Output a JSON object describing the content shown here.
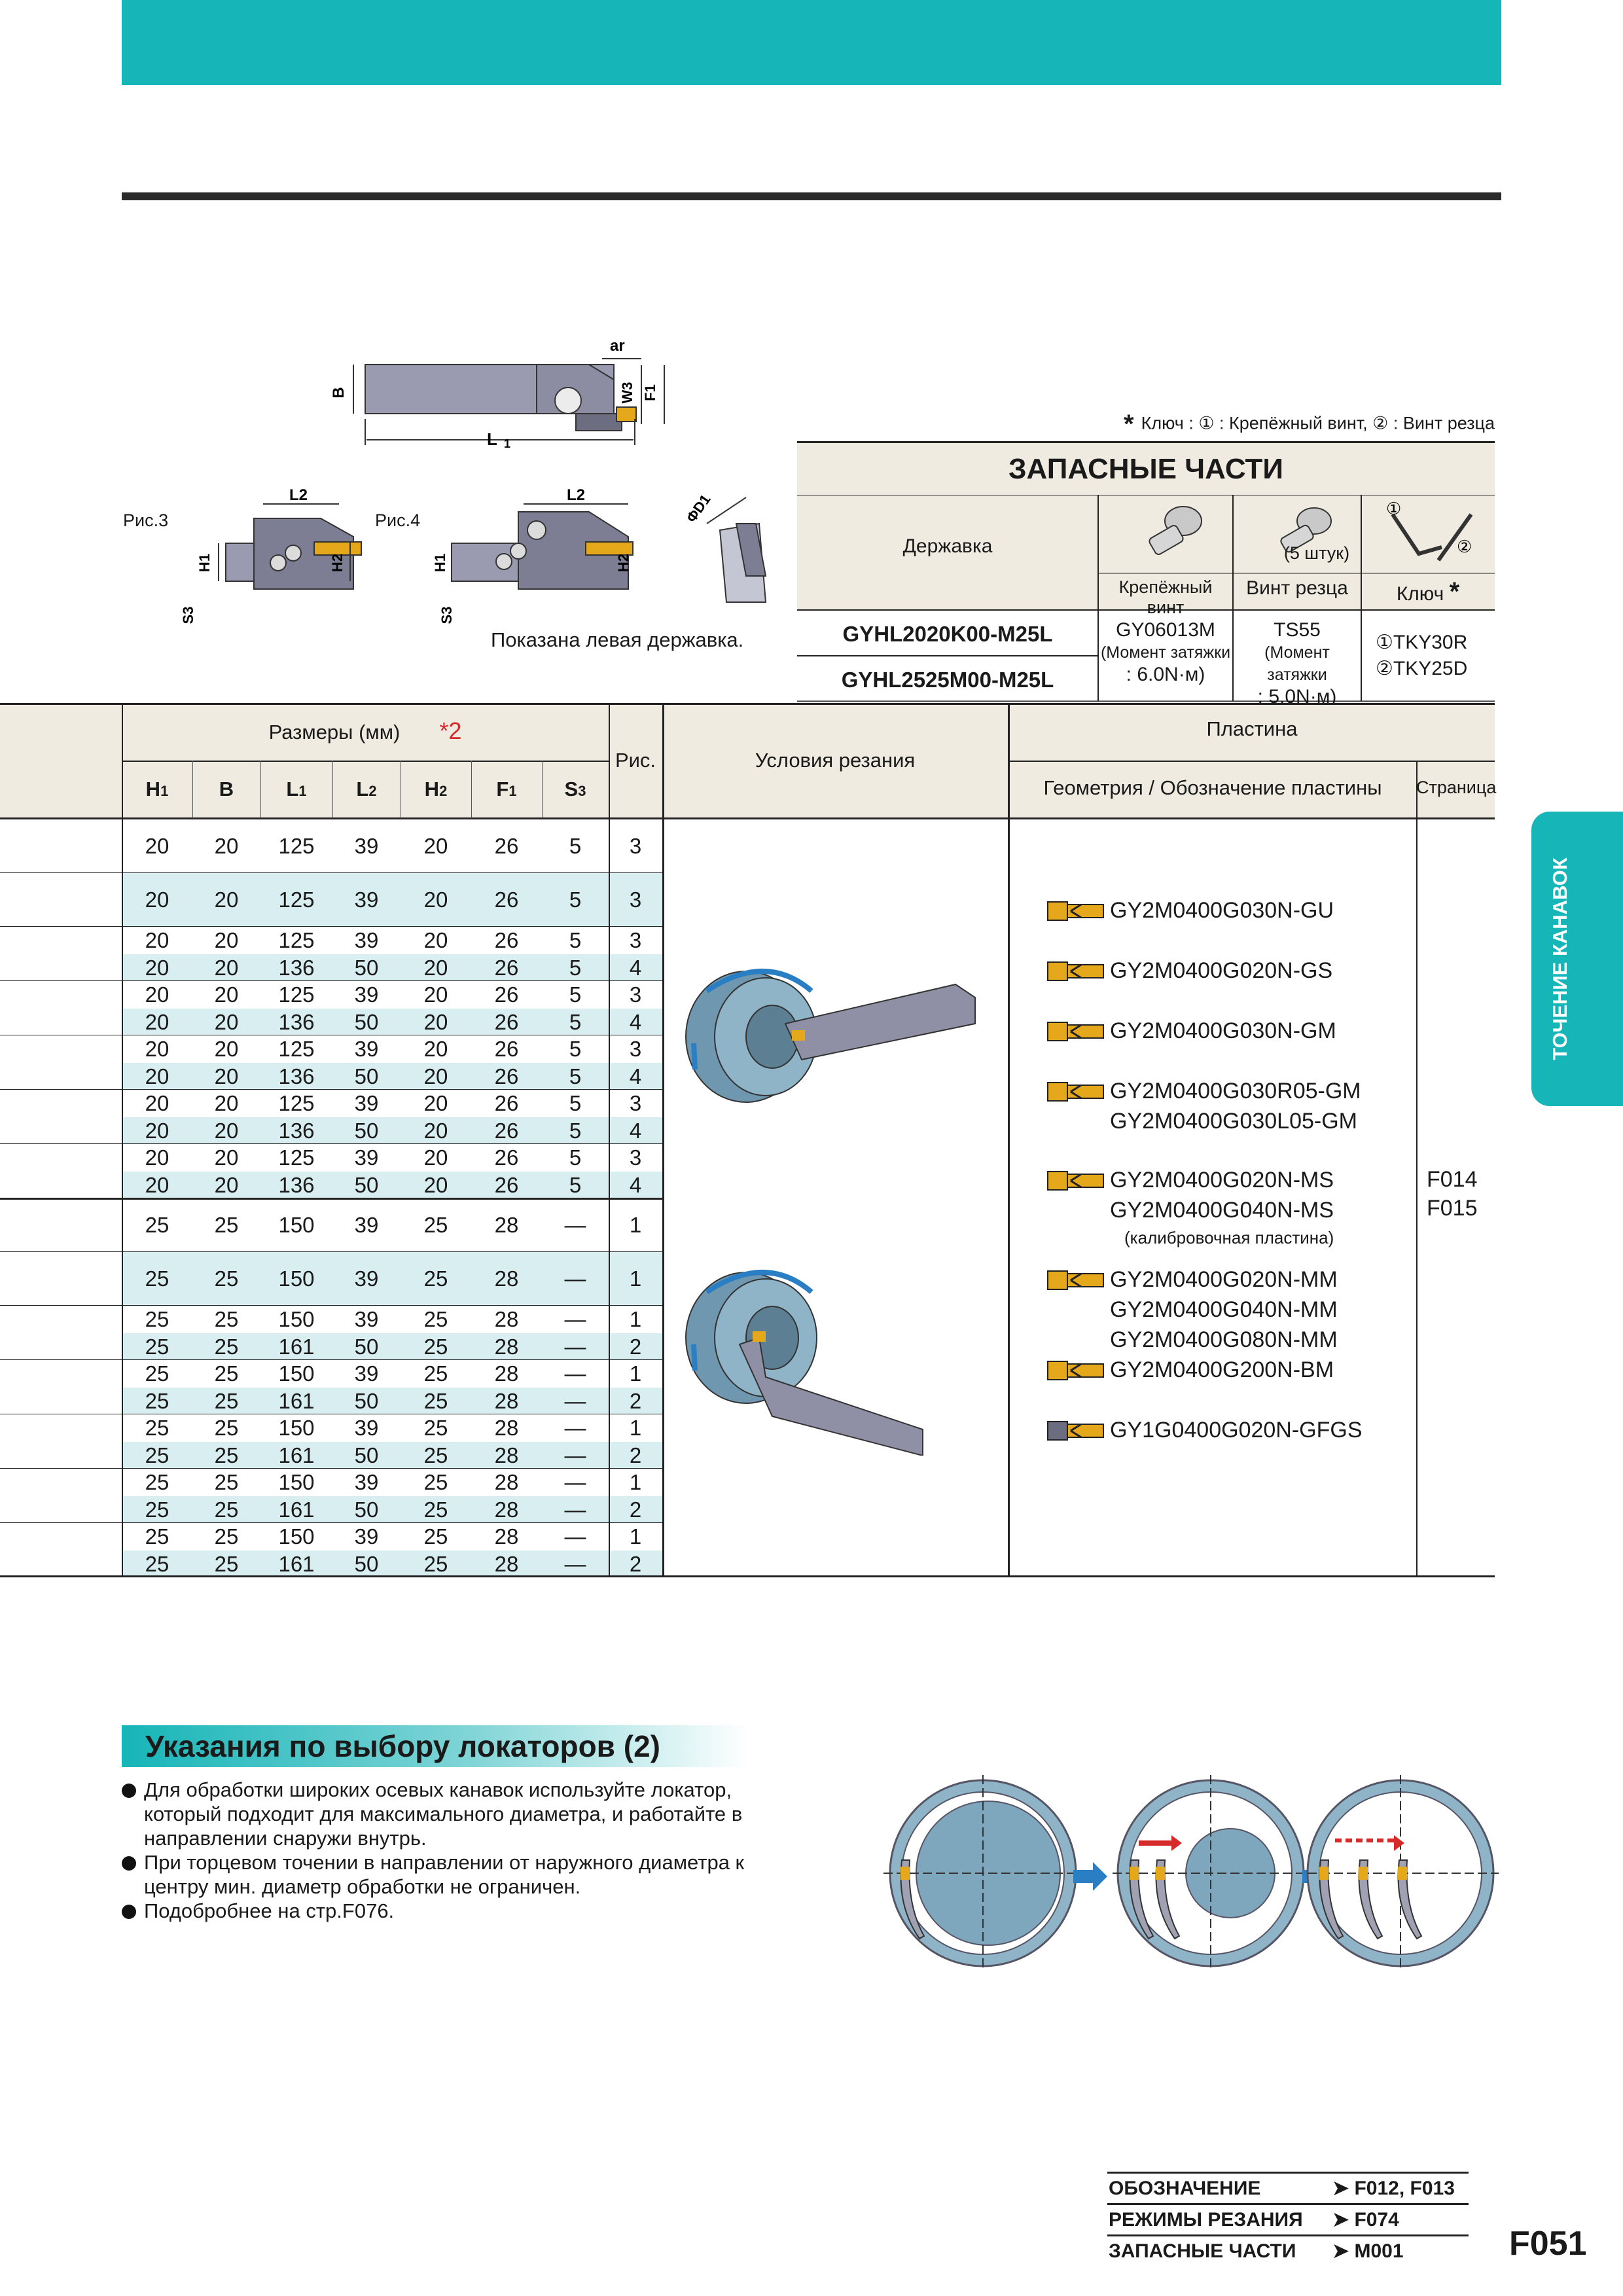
{
  "diagrams": {
    "dims": [
      "B",
      "ar",
      "W3",
      "F1",
      "L1",
      "L2",
      "H1",
      "H2",
      "S3",
      "ΦD1"
    ],
    "fig3": "Рис.3",
    "fig4": "Рис.4",
    "left_note": "Показана левая державка."
  },
  "spare_parts": {
    "note": "Ключ : ① : Крепёжный винт, ② : Винт резца",
    "title": "ЗАПАСНЫЕ ЧАСТИ",
    "holder_header": "Державка",
    "screw_qty": "(5 штук)",
    "col_clamp": "Крепёжный винт",
    "col_screw": "Винт резца",
    "col_key": "Ключ",
    "holders": [
      "GYHL2020K00-M25L",
      "GYHL2525M00-M25L"
    ],
    "clamp_code": "GY06013M",
    "clamp_torque_label": "(Момент затяжки",
    "clamp_torque": ": 6.0N·м)",
    "screw_code": "TS55",
    "screw_torque_label": "(Момент затяжки",
    "screw_torque": ": 5.0N·м)",
    "key1": "①TKY30R",
    "key2": "②TKY25D"
  },
  "table": {
    "dims_header": "Размеры (мм)",
    "dims_note": "*2",
    "fig_header": "Рис.",
    "cond_header": "Условия резания",
    "insert_header": "Пластина",
    "geom_header": "Геометрия / Обозначение пластины",
    "page_header": "Страница",
    "cols": [
      "H1",
      "B",
      "L1",
      "L2",
      "H2",
      "F1",
      "S3"
    ],
    "rows": [
      [
        "20",
        "20",
        "125",
        "39",
        "20",
        "26",
        "5",
        "3"
      ],
      [
        "20",
        "20",
        "125",
        "39",
        "20",
        "26",
        "5",
        "3"
      ],
      [
        "20",
        "20",
        "125",
        "39",
        "20",
        "26",
        "5",
        "3"
      ],
      [
        "20",
        "20",
        "136",
        "50",
        "20",
        "26",
        "5",
        "4"
      ],
      [
        "20",
        "20",
        "125",
        "39",
        "20",
        "26",
        "5",
        "3"
      ],
      [
        "20",
        "20",
        "136",
        "50",
        "20",
        "26",
        "5",
        "4"
      ],
      [
        "20",
        "20",
        "125",
        "39",
        "20",
        "26",
        "5",
        "3"
      ],
      [
        "20",
        "20",
        "136",
        "50",
        "20",
        "26",
        "5",
        "4"
      ],
      [
        "20",
        "20",
        "125",
        "39",
        "20",
        "26",
        "5",
        "3"
      ],
      [
        "20",
        "20",
        "136",
        "50",
        "20",
        "26",
        "5",
        "4"
      ],
      [
        "20",
        "20",
        "125",
        "39",
        "20",
        "26",
        "5",
        "3"
      ],
      [
        "20",
        "20",
        "136",
        "50",
        "20",
        "26",
        "5",
        "4"
      ],
      [
        "25",
        "25",
        "150",
        "39",
        "25",
        "28",
        "—",
        "1"
      ],
      [
        "25",
        "25",
        "150",
        "39",
        "25",
        "28",
        "—",
        "1"
      ],
      [
        "25",
        "25",
        "150",
        "39",
        "25",
        "28",
        "—",
        "1"
      ],
      [
        "25",
        "25",
        "161",
        "50",
        "25",
        "28",
        "—",
        "2"
      ],
      [
        "25",
        "25",
        "150",
        "39",
        "25",
        "28",
        "—",
        "1"
      ],
      [
        "25",
        "25",
        "161",
        "50",
        "25",
        "28",
        "—",
        "2"
      ],
      [
        "25",
        "25",
        "150",
        "39",
        "25",
        "28",
        "—",
        "1"
      ],
      [
        "25",
        "25",
        "161",
        "50",
        "25",
        "28",
        "—",
        "2"
      ],
      [
        "25",
        "25",
        "150",
        "39",
        "25",
        "28",
        "—",
        "1"
      ],
      [
        "25",
        "25",
        "161",
        "50",
        "25",
        "28",
        "—",
        "2"
      ],
      [
        "25",
        "25",
        "150",
        "39",
        "25",
        "28",
        "—",
        "1"
      ],
      [
        "25",
        "25",
        "161",
        "50",
        "25",
        "28",
        "—",
        "2"
      ]
    ],
    "inserts": [
      [
        "GY2M0400G030N-GU"
      ],
      [
        "GY2M0400G020N-GS"
      ],
      [
        "GY2M0400G030N-GM"
      ],
      [
        "GY2M0400G030R05-GM",
        "GY2M0400G030L05-GM"
      ],
      [
        "GY2M0400G020N-MS",
        "GY2M0400G040N-MS"
      ],
      [
        "GY2M0400G020N-MM",
        "GY2M0400G040N-MM",
        "GY2M0400G080N-MM"
      ],
      [
        "GY2M0400G200N-BM"
      ],
      [
        "GY1G0400G020N-GFGS"
      ]
    ],
    "calib_note": "(калибровочная пластина)",
    "pages": [
      "F014",
      "F015"
    ]
  },
  "side_tab": "ТОЧЕНИЕ КАНАВОК",
  "guide": {
    "title": "Указания по выбору локаторов (2)",
    "bullets": [
      [
        "Для обработки широких осевых канавок используйте локатор,",
        "который подходит для максимального диаметра, и работайте в",
        "направлении снаружи внутрь."
      ],
      [
        "При торцевом точении в направлении от наружного диаметра к",
        "центру мин. диаметр обработки не ограничен."
      ],
      [
        "Подобробнее на стр.F076."
      ]
    ]
  },
  "refs": [
    {
      "k": "ОБОЗНАЧЕНИЕ",
      "v": "F012, F013"
    },
    {
      "k": "РЕЖИМЫ РЕЗАНИЯ",
      "v": "F074"
    },
    {
      "k": "ЗАПАСНЫЕ ЧАСТИ",
      "v": "M001"
    }
  ],
  "page_number": "F051",
  "colors": {
    "accent": "#16b5b8",
    "row_highlight": "#d9eef0",
    "insert_gold": "#e6a81b",
    "holder_gray": "#8f90a6"
  }
}
